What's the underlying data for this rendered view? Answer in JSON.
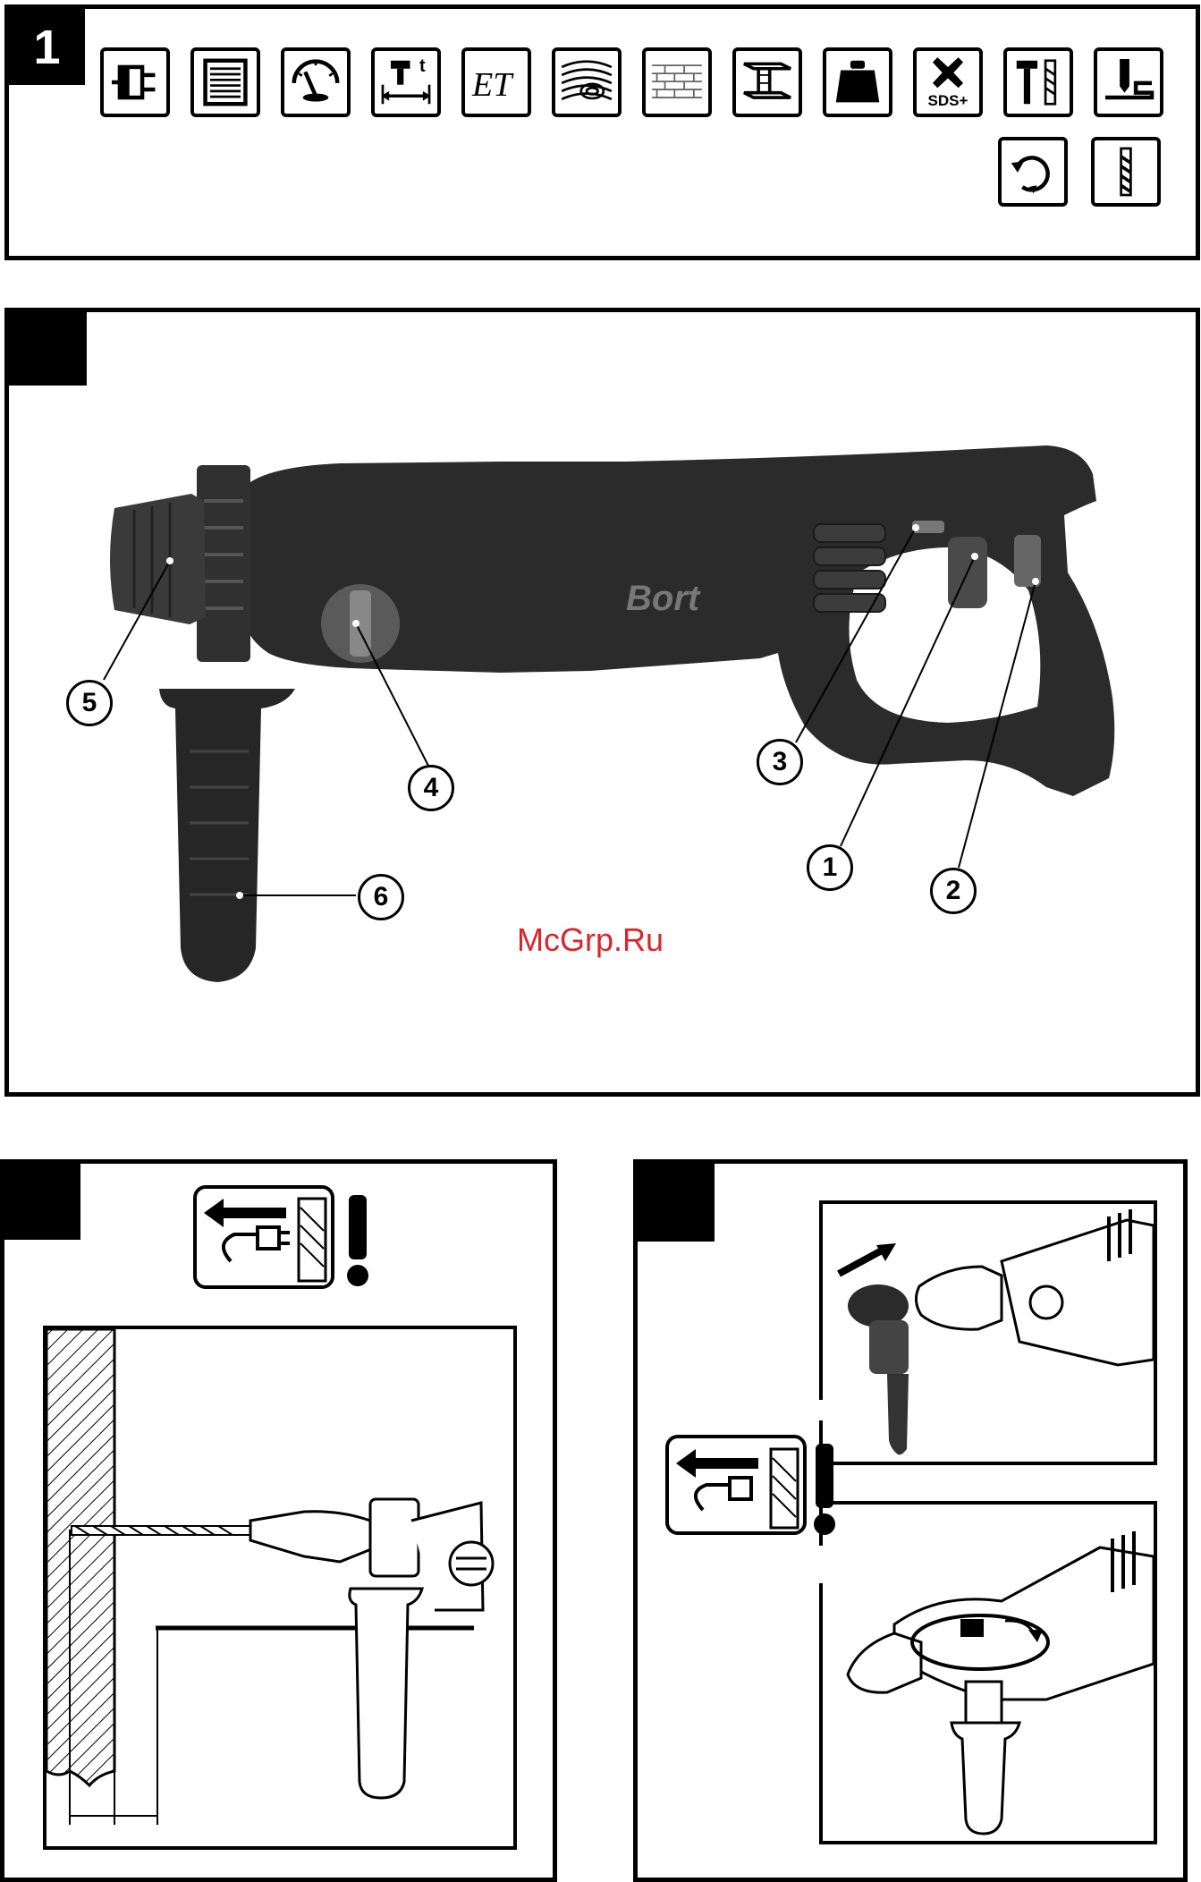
{
  "figures": {
    "fig1": {
      "number": "1"
    },
    "fig2": {
      "number": ""
    },
    "fig3": {
      "number": ""
    },
    "fig4": {
      "number": ""
    }
  },
  "icons": [
    {
      "name": "power-plug-icon"
    },
    {
      "name": "motor-power-icon"
    },
    {
      "name": "speed-gauge-icon"
    },
    {
      "name": "impact-rate-icon",
      "label": "t"
    },
    {
      "name": "impact-energy-icon",
      "label": "ET"
    },
    {
      "name": "wood-icon"
    },
    {
      "name": "brick-icon"
    },
    {
      "name": "steel-icon"
    },
    {
      "name": "weight-icon"
    },
    {
      "name": "sds-plus-icon",
      "label": "SDS+"
    },
    {
      "name": "hammer-drill-mode-icon"
    },
    {
      "name": "chiselling-mode-icon"
    },
    {
      "name": "reverse-rotation-icon"
    },
    {
      "name": "drilling-mode-icon"
    }
  ],
  "tool": {
    "brand": "Bort"
  },
  "callouts": [
    "1",
    "2",
    "3",
    "4",
    "5",
    "6"
  ],
  "watermark": "McGrp.Ru",
  "colors": {
    "tool_body": "#2b2b2b",
    "watermark": "#d8262d",
    "frame": "#000000"
  }
}
